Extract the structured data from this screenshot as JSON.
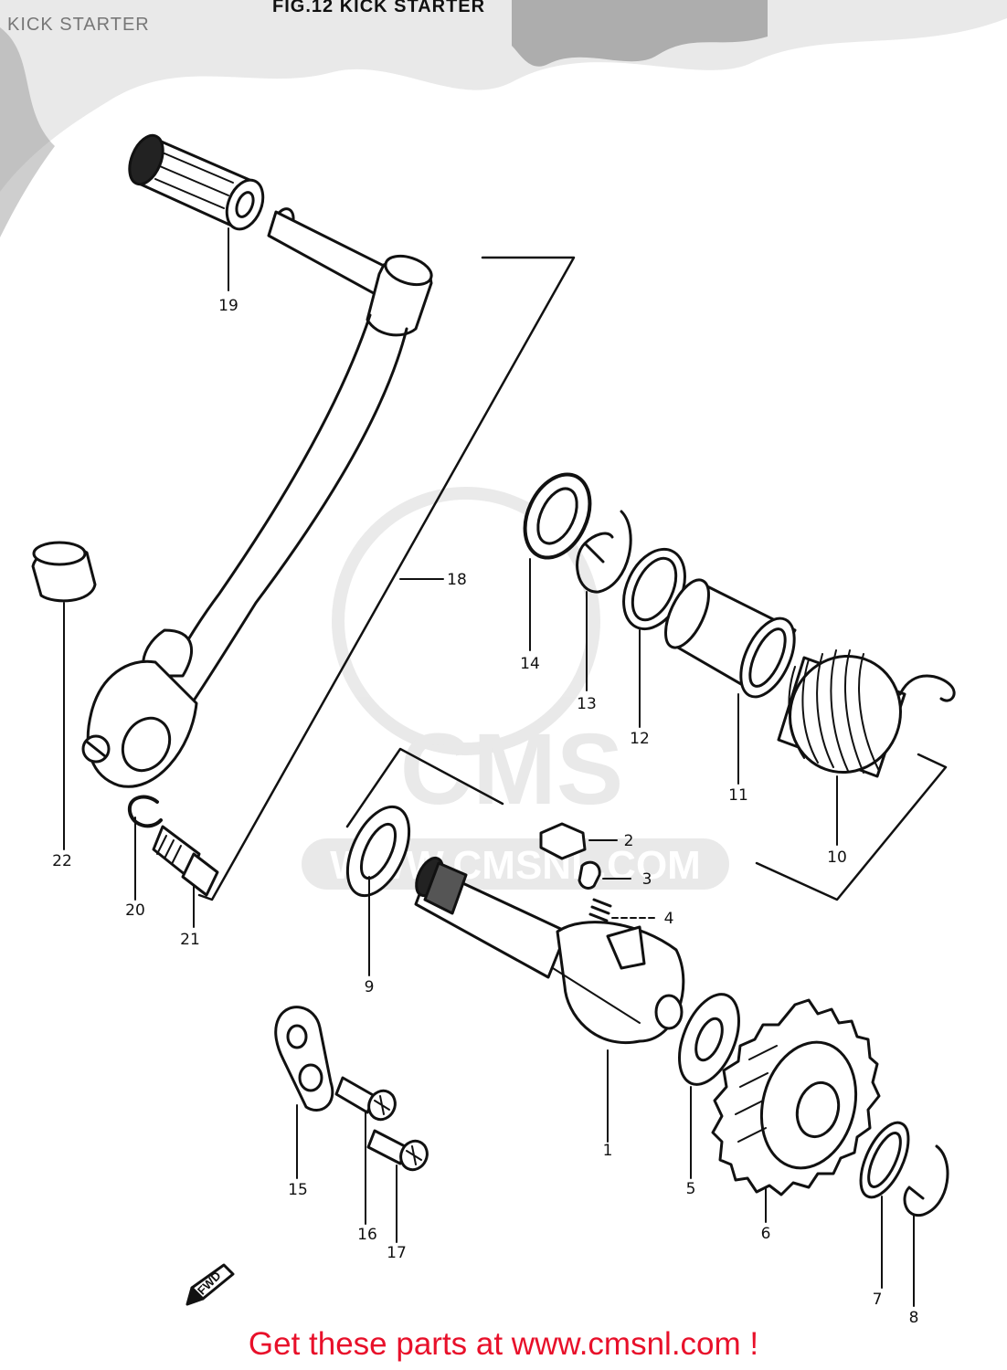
{
  "header": {
    "figure_title": "FIG.12  KICK STARTER",
    "subtitle": "KICK STARTER"
  },
  "watermark": {
    "brand": "CMS",
    "url": "WWW.CMSNL.COM"
  },
  "direction_marker": "FWD",
  "callouts": [
    {
      "number": "1"
    },
    {
      "number": "2"
    },
    {
      "number": "3"
    },
    {
      "number": "4"
    },
    {
      "number": "5"
    },
    {
      "number": "6"
    },
    {
      "number": "7"
    },
    {
      "number": "8"
    },
    {
      "number": "9"
    },
    {
      "number": "10"
    },
    {
      "number": "11"
    },
    {
      "number": "12"
    },
    {
      "number": "13"
    },
    {
      "number": "14"
    },
    {
      "number": "15"
    },
    {
      "number": "16"
    },
    {
      "number": "17"
    },
    {
      "number": "18"
    },
    {
      "number": "19"
    },
    {
      "number": "20"
    },
    {
      "number": "21"
    },
    {
      "number": "22"
    }
  ],
  "footer": {
    "text": "Get these parts at www.cmsnl.com !"
  },
  "colors": {
    "ink": "#111111",
    "footer": "#e8102a",
    "watermark": "#d6d6d6"
  }
}
